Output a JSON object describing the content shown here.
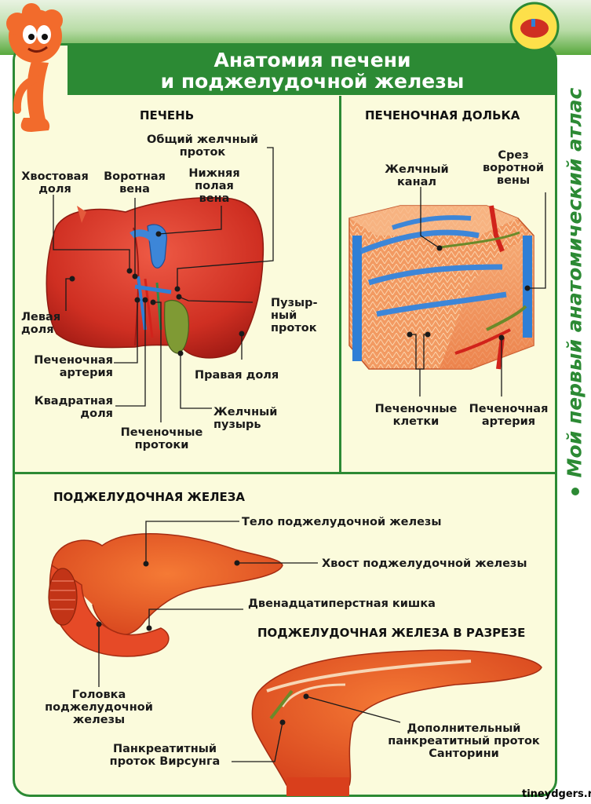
{
  "header": {
    "title_line1": "Анатомия печени",
    "title_line2": "и поджелудочной железы",
    "side_caption": "Мой первый анатомический атлас",
    "watermark": "tineydgers.ru"
  },
  "liver": {
    "heading": "ПЕЧЕНЬ",
    "labels": {
      "common_bile_duct": "Общий желчный\nпроток",
      "caudate_lobe": "Хвостовая\nдоля",
      "portal_vein": "Воротная\nвена",
      "inferior_vena_cava": "Нижняя\nполая\nвена",
      "left_lobe": "Левая\nдоля",
      "cystic_duct": "Пузыр-\nный\nпроток",
      "hepatic_artery": "Печеночная\nартерия",
      "right_lobe": "Правая доля",
      "quadrate_lobe": "Квадратная\nдоля",
      "gallbladder": "Желчный\nпузырь",
      "hepatic_ducts": "Печеночные\nпротоки"
    }
  },
  "lobule": {
    "heading": "ПЕЧЕНОЧНАЯ ДОЛЬКА",
    "labels": {
      "bile_canal": "Желчный\nканал",
      "portal_vein_cut": "Срез\nворотной\nвены",
      "hepatic_cells": "Печеночные\nклетки",
      "hepatic_artery": "Печеночная\nартерия"
    }
  },
  "pancreas": {
    "heading": "ПОДЖЕЛУДОЧНАЯ ЖЕЛЕЗА",
    "labels": {
      "body": "Тело поджелудочной железы",
      "tail": "Хвост поджелудочной железы",
      "duodenum": "Двенадцатиперстная кишка",
      "head": "Головка\nподжелудочной\nжелезы"
    }
  },
  "section": {
    "heading": "ПОДЖЕЛУДОЧНАЯ ЖЕЛЕЗА В РАЗРЕЗЕ",
    "labels": {
      "accessory_duct": "Дополнительный\nпанкреатитный проток\nСанторини",
      "wirsung_duct": "Панкреатитный\nпроток Вирсунга"
    }
  }
}
